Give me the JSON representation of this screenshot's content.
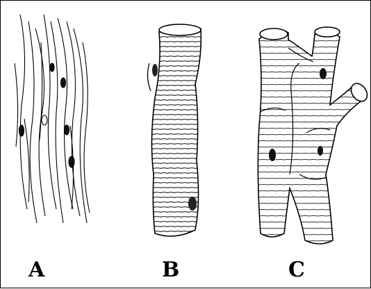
{
  "figure": {
    "panels": [
      {
        "label": "A",
        "depicts": "smooth-muscle-fibers"
      },
      {
        "label": "B",
        "depicts": "skeletal-muscle-fiber"
      },
      {
        "label": "C",
        "depicts": "cardiac-muscle-fibers"
      }
    ]
  }
}
